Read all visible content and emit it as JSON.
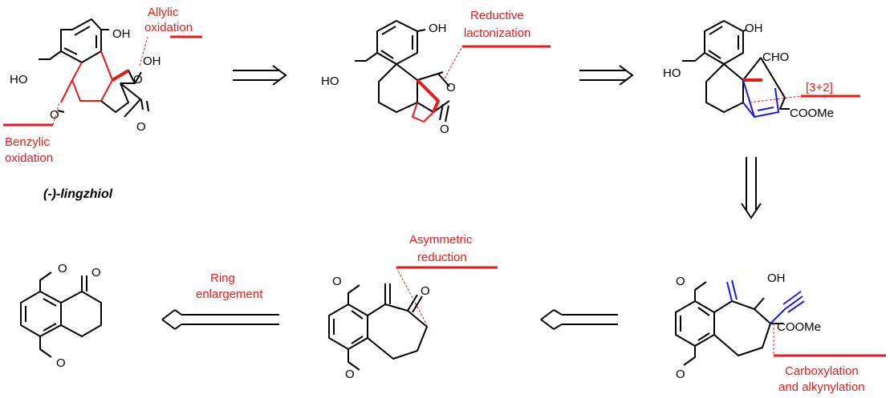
{
  "product_name": "(-)-lingzhiol",
  "colors": {
    "annotation": "#e31b1b",
    "new_bond": "#1a1adc",
    "bond": "#000000"
  },
  "atoms": {
    "oh": "OH",
    "ho": "HO",
    "o": "O",
    "cho": "CHO",
    "coome": "COOMe"
  },
  "annotations": {
    "allylic": [
      "Allylic",
      "oxidation"
    ],
    "benzylic": [
      "Benzylic",
      "oxidation"
    ],
    "reductive": [
      "Reductive",
      "lactonization"
    ],
    "cycloaddition": "[3+2]",
    "asymmetric": [
      "Asymmetric",
      "reduction"
    ],
    "ring": [
      "Ring",
      "enlargement"
    ],
    "carboxylation": [
      "Carboxylation",
      "and alkynylation"
    ]
  }
}
